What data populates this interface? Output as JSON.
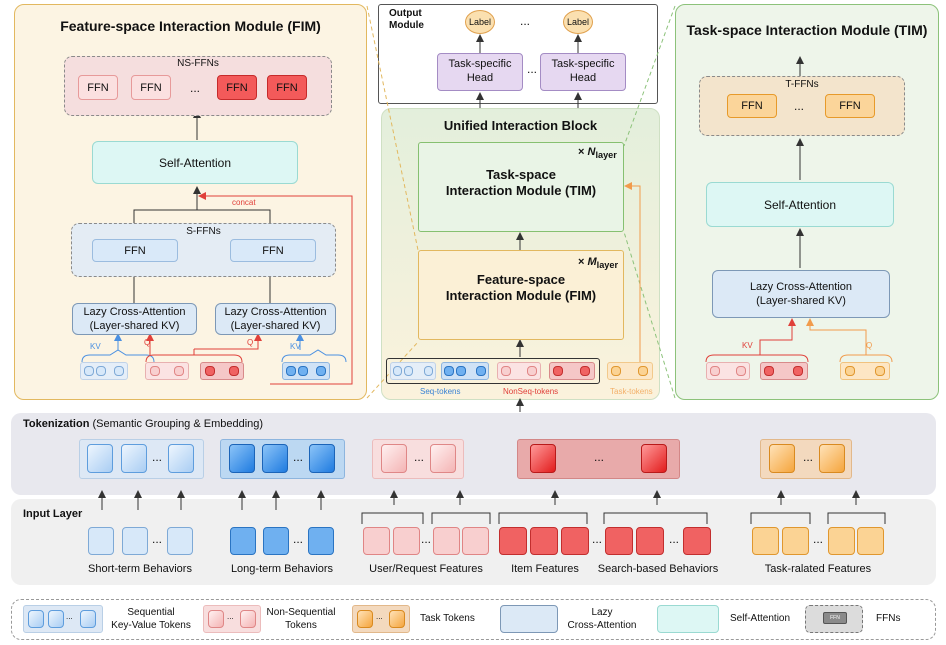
{
  "fim": {
    "title": "Feature-space Interaction Module (FIM)",
    "ns_ffns_label": "NS-FFNs",
    "ffn_label": "FFN",
    "dots": "...",
    "self_attention": "Self-Attention",
    "concat": "concat",
    "s_ffns_label": "S-FFNs",
    "lca_line1": "Lazy Cross-Attention",
    "lca_line2": "(Layer-shared KV)",
    "kv": "KV",
    "q": "Q"
  },
  "output": {
    "title_line1": "Output",
    "title_line2": "Module",
    "label": "Label",
    "head_line1": "Task-specific",
    "head_line2": "Head",
    "dots": "..."
  },
  "uib": {
    "title": "Unified Interaction Block",
    "tim_line1": "Task-space",
    "tim_line2": "Interaction Module (TIM)",
    "fim_line1": "Feature-space",
    "fim_line2": "Interaction Module (FIM)",
    "n_layer_base": "N",
    "n_layer_sub": "layer",
    "m_layer_base": "M",
    "m_layer_sub": "layer",
    "times": "×",
    "seq_tokens": "Seq-tokens",
    "nonseq_tokens": "NonSeq-tokens",
    "task_tokens": "Task-tokens"
  },
  "tim": {
    "title": "Task-space Interaction Module (TIM)",
    "t_ffns_label": "T-FFNs",
    "ffn_label": "FFN",
    "dots": "...",
    "self_attention": "Self-Attention",
    "lca_line1": "Lazy Cross-Attention",
    "lca_line2": "(Layer-shared KV)",
    "kv": "KV",
    "q": "Q"
  },
  "tokenization": {
    "title_bold": "Tokenization",
    "title_rest": " (Semantic Grouping & Embedding)",
    "dots": "..."
  },
  "input_layer": {
    "title": "Input Layer",
    "dots": "...",
    "groups": [
      "Short-term Behaviors",
      "Long-term Behaviors",
      "User/Request Features",
      "Item Features",
      "Search-based Behaviors",
      "Task-ralated Features"
    ]
  },
  "legend": {
    "seq_line1": "Sequential",
    "seq_line2": "Key-Value Tokens",
    "nonseq_line1": "Non-Sequential",
    "nonseq_line2": "Tokens",
    "task": "Task Tokens",
    "lca_line1": "Lazy",
    "lca_line2": "Cross-Attention",
    "sa": "Self-Attention",
    "ffns": "FFNs",
    "ffn_small": "FFN",
    "dots": "..."
  },
  "colors": {
    "fim_panel": "#fcf4e3",
    "tim_panel": "#eef5ea",
    "q_arrow": "#e0403a",
    "kv_arrow": "#4a90e2",
    "task_arrow": "#f19b4c"
  }
}
